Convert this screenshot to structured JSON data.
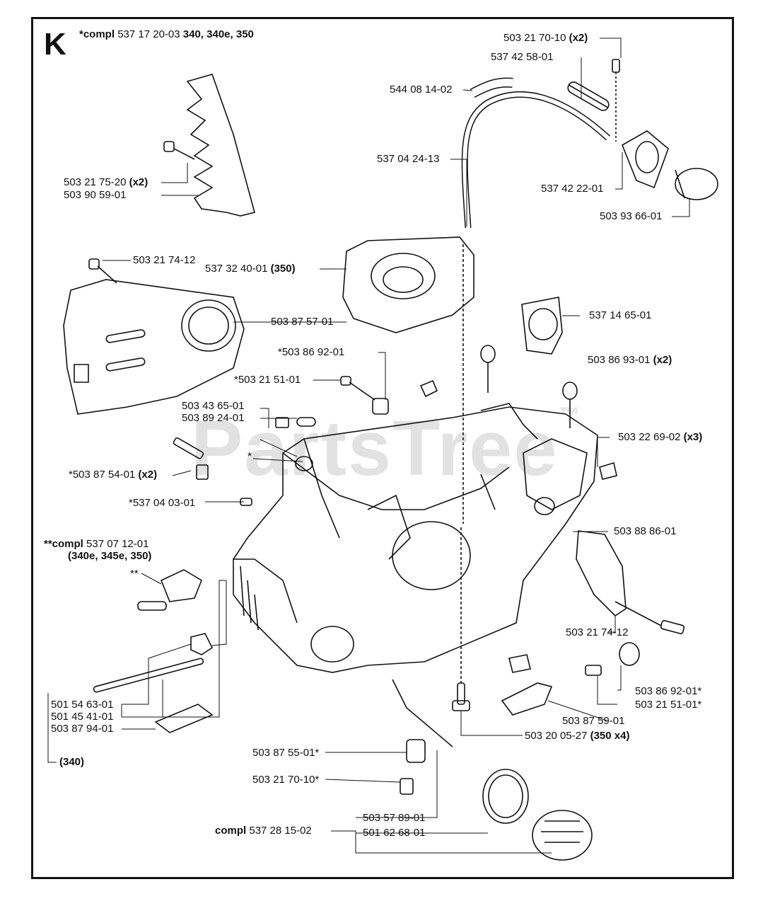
{
  "section": "K",
  "header": {
    "prefix": "*compl",
    "number": "537 17 20-03",
    "models": "340, 340e, 350"
  },
  "watermark": "PartsTree",
  "labels": [
    {
      "id": "l1",
      "text": "503 21 70-10",
      "bold": "(x2)"
    },
    {
      "id": "l2",
      "text": "537 42 58-01",
      "bold": ""
    },
    {
      "id": "l3",
      "text": "544 08 14-02",
      "bold": ""
    },
    {
      "id": "l4",
      "text": "537 04 24-13",
      "bold": ""
    },
    {
      "id": "l5",
      "text": "537 42 22-01",
      "bold": ""
    },
    {
      "id": "l6",
      "text": "503 93 66-01",
      "bold": ""
    },
    {
      "id": "l7",
      "text": "503 21 75-20",
      "bold": "(x2)"
    },
    {
      "id": "l8",
      "text": "503 90 59-01",
      "bold": ""
    },
    {
      "id": "l9",
      "text": "503 21 74-12",
      "bold": ""
    },
    {
      "id": "l10",
      "text": "537 32 40-01",
      "bold": "(350)"
    },
    {
      "id": "l11",
      "text": "503 87 57-01",
      "bold": ""
    },
    {
      "id": "l12",
      "text": "537 14 65-01",
      "bold": ""
    },
    {
      "id": "l13",
      "text": "*503 86 92-01",
      "bold": ""
    },
    {
      "id": "l14",
      "text": "503 86 93-01",
      "bold": "(x2)"
    },
    {
      "id": "l15",
      "text": "*503 21 51-01",
      "bold": ""
    },
    {
      "id": "l16",
      "text": "503 43 65-01",
      "bold": ""
    },
    {
      "id": "l17",
      "text": "503 89 24-01",
      "bold": ""
    },
    {
      "id": "l18",
      "text": "503 22 69-02",
      "bold": "(x3)"
    },
    {
      "id": "l19",
      "text": "*",
      "bold": ""
    },
    {
      "id": "l20",
      "text": "*503 87 54-01",
      "bold": "(x2)"
    },
    {
      "id": "l21",
      "text": "*537 04 03-01",
      "bold": ""
    },
    {
      "id": "l22",
      "text": "503 88 86-01",
      "bold": ""
    },
    {
      "id": "l23",
      "text": "",
      "bold": "**compl",
      "rest": "537 07 12-01"
    },
    {
      "id": "l24",
      "text": "",
      "bold": "(340e, 345e, 350)"
    },
    {
      "id": "l25",
      "text": "**",
      "bold": ""
    },
    {
      "id": "l26",
      "text": "503 21 74-12",
      "bold": ""
    },
    {
      "id": "l27",
      "text": "503 86 92-01*",
      "bold": ""
    },
    {
      "id": "l28",
      "text": "503 21 51-01*",
      "bold": ""
    },
    {
      "id": "l29",
      "text": "501 54 63-01",
      "bold": ""
    },
    {
      "id": "l30",
      "text": "501 45 41-01",
      "bold": ""
    },
    {
      "id": "l31",
      "text": "503 87 94-01",
      "bold": ""
    },
    {
      "id": "l32",
      "text": "503 87 59-01",
      "bold": ""
    },
    {
      "id": "l33",
      "text": "503 20 05-27",
      "bold": "(350 x4)"
    },
    {
      "id": "l34",
      "text": "",
      "bold": "(340)"
    },
    {
      "id": "l35",
      "text": "503 87 55-01*",
      "bold": ""
    },
    {
      "id": "l36",
      "text": "503 21 70-10*",
      "bold": ""
    },
    {
      "id": "l37",
      "text": "503 57 89-01",
      "bold": ""
    },
    {
      "id": "l38",
      "text": "",
      "bold": "compl",
      "rest": "537 28 15-02"
    },
    {
      "id": "l39",
      "text": "501 62 68-01",
      "bold": ""
    }
  ]
}
